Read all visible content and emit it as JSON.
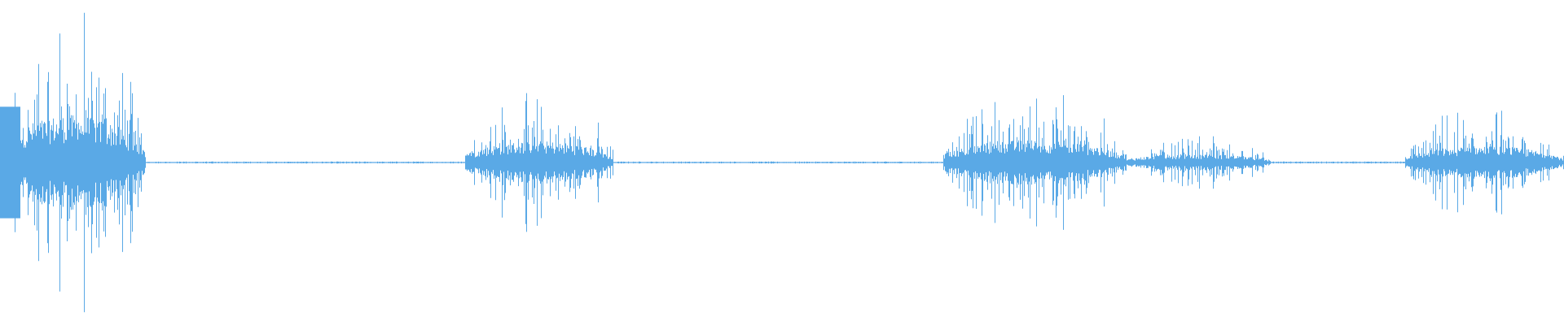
{
  "waveform": {
    "color": "#5aa9e6",
    "background": "#ffffff",
    "bursts": [
      {
        "start": 0.0,
        "end": 0.093,
        "amplitude": 0.98,
        "density": 1.0
      },
      {
        "start": 0.297,
        "end": 0.392,
        "amplitude": 0.52,
        "density": 0.85
      },
      {
        "start": 0.603,
        "end": 0.72,
        "amplitude": 0.52,
        "density": 0.9
      },
      {
        "start": 0.72,
        "end": 0.812,
        "amplitude": 0.22,
        "density": 0.8
      },
      {
        "start": 0.898,
        "end": 1.0,
        "amplitude": 0.38,
        "density": 0.9
      }
    ],
    "silence_level": 0.006
  }
}
